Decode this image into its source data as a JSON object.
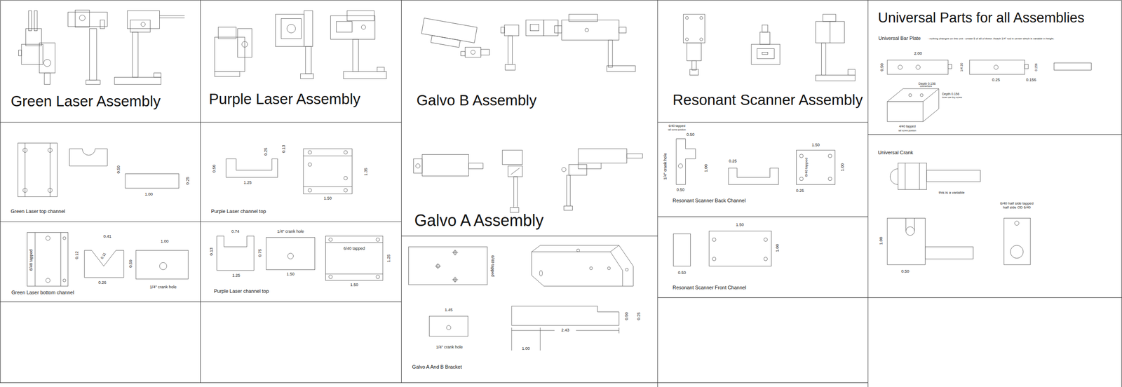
{
  "diagram": {
    "nodes": [
      {
        "text": [
          "Green Laser Assembly"
        ]
      },
      {
        "text": [
          "Green Laser top channel"
        ]
      },
      {
        "text": [
          "Green Laser bottom channel"
        ]
      },
      {
        "text": [
          "Purple Laser Assembly"
        ]
      },
      {
        "text": [
          "Purple Laser channel top"
        ]
      },
      {
        "text": [
          "Purple Laser channel top"
        ]
      },
      {
        "text": [
          "Galvo B Assembly"
        ]
      },
      {
        "text": [
          "Galvo A Assembly"
        ]
      },
      {
        "text": [
          "Galvo A And B Bracket"
        ]
      },
      {
        "text": [
          "Resonant Scanner Assembly"
        ]
      },
      {
        "text": [
          "Resonant Scanner Back Channel"
        ]
      },
      {
        "text": [
          "Resonant Scanner Front Channel"
        ]
      },
      {
        "text": [
          "Universal Parts for all Assemblies"
        ]
      },
      {
        "text": [
          "Universal Crank"
        ]
      }
    ],
    "labels": [
      "0.50",
      "0.25",
      "1.00",
      "6/40 tapped",
      "0.41",
      "0.11",
      "0.12",
      "0.26",
      "1.00",
      "0.50",
      "1/4\" crank hole",
      "0.50",
      "0.25",
      "0.13",
      "1.25",
      "1.50",
      "1.35",
      "0.13",
      "0.74",
      "0.75",
      "1.25",
      "1/4\" crank hole",
      "1.50",
      "6/40 tapped",
      "1.25",
      "1.50",
      "6/40 tapped",
      "1.45",
      "1/4\" crank hole",
      "0.50",
      "0.25",
      "2.43",
      "1.00",
      "6/40 tapped",
      "tall screw position",
      "0.50",
      "1/4\" crank hole",
      "0.50",
      "1.00",
      "0.25",
      "1.50",
      "6/40 tapped",
      "1.00",
      "0.25",
      "0.50",
      "1.50",
      "1.00",
      "Universal Bar Plate",
      "- nothing changes on this unit - create 5 of all of these.  Attach 1/4\" rod in center which is variable in height.",
      "2.00",
      "0.50",
      "1/4 20",
      "0.25",
      "0.156",
      "0.156",
      "Depth 0.156",
      "counterbore",
      "Depth 0.156",
      "inner use tiny screw",
      "4/40 tapped",
      "tall screw position",
      "this is a variable",
      "1.00",
      "0.50",
      "6/40 half side tapped half side OD 6/40"
    ]
  }
}
